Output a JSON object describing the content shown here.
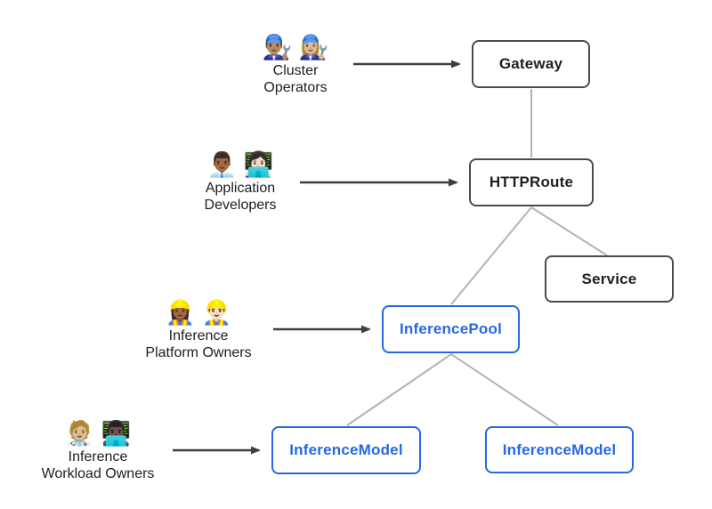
{
  "colors": {
    "core_border": "#4a4a4a",
    "core_text": "#1f1f1f",
    "extension_accent": "#2569e3",
    "connector_line": "#b3b3b3",
    "arrow_line": "#3f3f3f",
    "background": "#ffffff"
  },
  "nodes": [
    {
      "label": "Gateway",
      "type": "core"
    },
    {
      "label": "HTTPRoute",
      "type": "core"
    },
    {
      "label": "Service",
      "type": "core"
    },
    {
      "label": "InferencePool",
      "type": "extension"
    },
    {
      "label": "InferenceModel",
      "type": "extension"
    },
    {
      "label": "InferenceModel",
      "type": "extension"
    }
  ],
  "actors": [
    {
      "emojis": "👨🏽‍🔧 👩🏼‍🔧",
      "label_line1": "Cluster",
      "label_line2": "Operators",
      "points_to": "Gateway"
    },
    {
      "emojis": "👨🏾‍💼 👩🏻‍💻",
      "label_line1": "Application",
      "label_line2": "Developers",
      "points_to": "HTTPRoute"
    },
    {
      "emojis": "👷🏾‍♀️ 👷🏻‍♂️",
      "label_line1": "Inference",
      "label_line2": "Platform Owners",
      "points_to": "InferencePool"
    },
    {
      "emojis": "🧑🏼‍⚕️ 👨🏿‍💻",
      "label_line1": "Inference",
      "label_line2": "Workload Owners",
      "points_to": "InferenceModel"
    }
  ],
  "edges": [
    {
      "from": "Gateway",
      "to": "HTTPRoute",
      "style": "connector"
    },
    {
      "from": "HTTPRoute",
      "to": "Service",
      "style": "connector"
    },
    {
      "from": "HTTPRoute",
      "to": "InferencePool",
      "style": "connector"
    },
    {
      "from": "InferencePool",
      "to": "InferenceModel-1",
      "style": "connector"
    },
    {
      "from": "InferencePool",
      "to": "InferenceModel-2",
      "style": "connector"
    },
    {
      "from": "Cluster Operators",
      "to": "Gateway",
      "style": "arrow"
    },
    {
      "from": "Application Developers",
      "to": "HTTPRoute",
      "style": "arrow"
    },
    {
      "from": "Inference Platform Owners",
      "to": "InferencePool",
      "style": "arrow"
    },
    {
      "from": "Inference Workload Owners",
      "to": "InferenceModel-1",
      "style": "arrow"
    }
  ]
}
